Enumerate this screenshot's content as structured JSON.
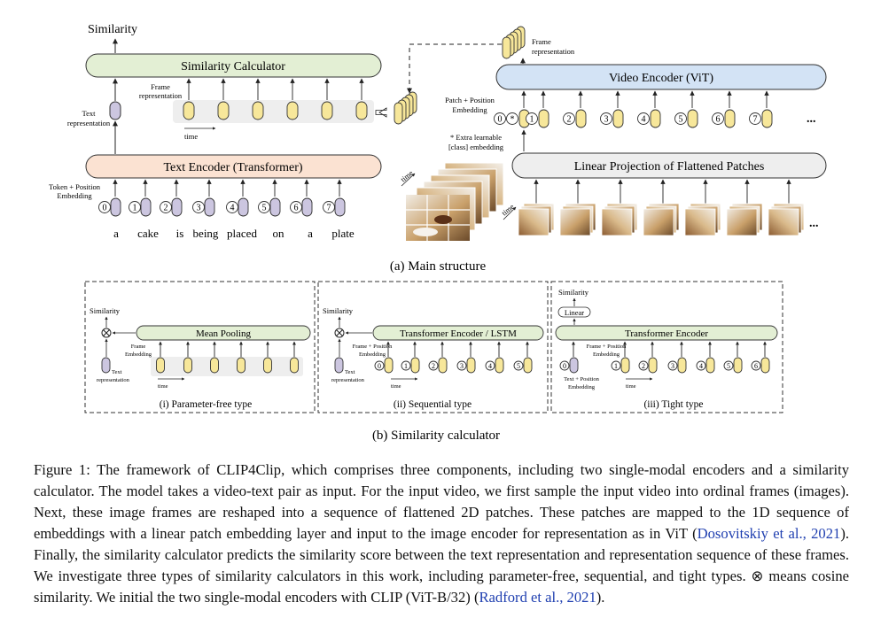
{
  "main": {
    "similarity": "Similarity",
    "similarity_calculator": "Similarity Calculator",
    "frame_representation": [
      "Frame",
      "representation"
    ],
    "text_representation": [
      "Text",
      "representation"
    ],
    "time": "time",
    "text_encoder": "Text Encoder (Transformer)",
    "token_position_embedding": [
      "Token + Position",
      "Embedding"
    ],
    "token_ids": [
      "0",
      "1",
      "2",
      "3",
      "4",
      "5",
      "6",
      "7"
    ],
    "words": [
      "a",
      "cake",
      "is",
      "being",
      "placed",
      "on",
      "a",
      "plate"
    ],
    "video_frame_representation": [
      "Frame",
      "representation"
    ],
    "video_encoder": "Video Encoder (ViT)",
    "patch_position_embedding": [
      "Patch + Position",
      "Embedding"
    ],
    "patch_ids": [
      "0",
      "*",
      "1",
      "2",
      "3",
      "4",
      "5",
      "6",
      "7"
    ],
    "ellipsis": "...",
    "extra_class_note": [
      "* Extra learnable",
      "[class] embedding"
    ],
    "linear_projection": "Linear Projection of Flattened Patches",
    "caption": "(a) Main structure"
  },
  "sim_types": {
    "similarity": "Similarity",
    "frame_embedding": [
      "Frame",
      "Embedding"
    ],
    "frame_position_embedding": [
      "Frame + Position",
      "Embedding"
    ],
    "text_representation": [
      "Text",
      "representation"
    ],
    "text_position_embedding": [
      "Text + Position",
      "Embedding"
    ],
    "time": "time",
    "mean_pooling": "Mean Pooling",
    "transformer_lstm": "Transformer Encoder / LSTM",
    "transformer_encoder": "Transformer Encoder",
    "linear": "Linear",
    "panel_ids": [
      "0",
      "1",
      "2",
      "3",
      "4",
      "5",
      "6"
    ],
    "caption_i": "(i) Parameter-free type",
    "caption_ii": "(ii) Sequential type",
    "caption_iii": "(iii) Tight type",
    "caption": "(b) Similarity calculator"
  },
  "colors": {
    "green_box": "#e3efd4",
    "orange_box": "#fbe2d2",
    "blue_box": "#d3e3f5",
    "gray_box": "#eeeeee",
    "yellow_token": "#f7e79a",
    "purple_token": "#ccc6e0",
    "cite": "#1f3fb0"
  },
  "caption": {
    "part1": "Figure 1: The framework of CLIP4Clip, which comprises three components, including two single-modal encoders and a similarity calculator. The model takes a video-text pair as input. For the input video, we first sample the input video into ordinal frames (images). Next, these image frames are reshaped into a sequence of flattened 2D patches. These patches are mapped to the 1D sequence of embeddings with a linear patch embedding layer and input to the image encoder for representation as in ViT (",
    "cite1": "Dosovitskiy et al., 2021",
    "part2": "). Finally, the similarity calculator predicts the similarity score between the text representation and representation sequence of these frames. We investigate three types of similarity calculators in this work, including parameter-free, sequential, and tight types. ⊗ means cosine similarity. We initial the two single-modal encoders with CLIP (ViT-B/32) (",
    "cite2": "Radford et al., 2021",
    "part3": ")."
  }
}
